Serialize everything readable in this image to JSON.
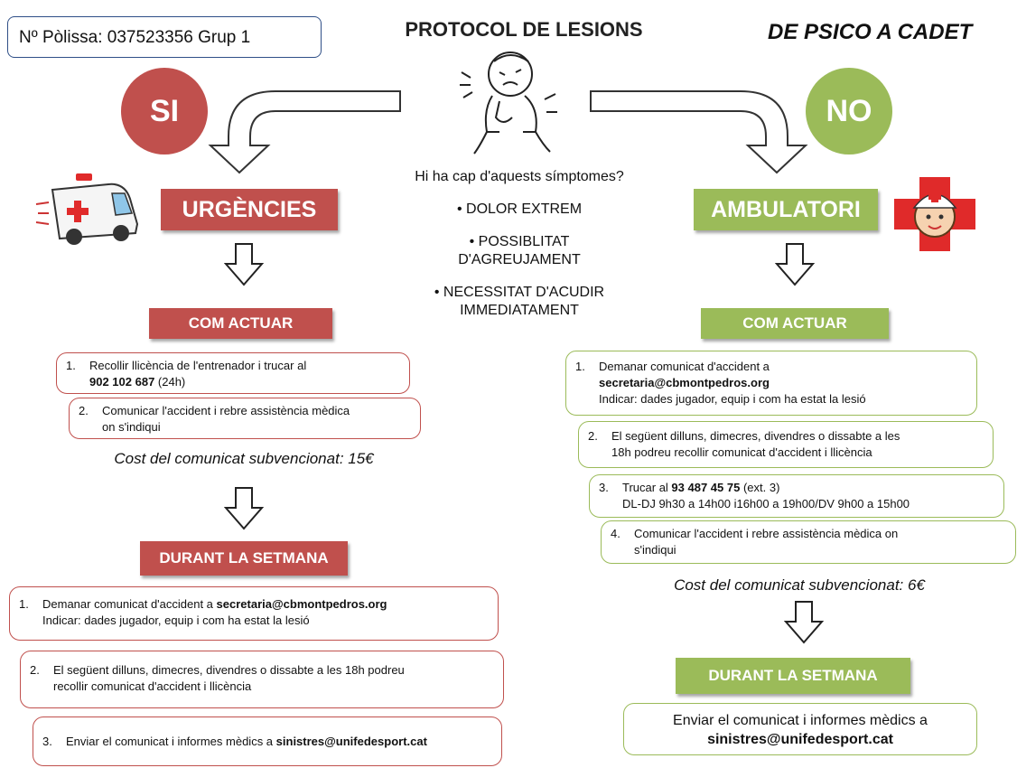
{
  "header": {
    "policy": "Nº Pòlissa: 037523356 Grup 1",
    "title": "PROTOCOL DE LESIONS",
    "subtitle": "DE PSICO A CADET"
  },
  "center": {
    "question": "Hi ha cap d'aquests símptomes?",
    "symptom1": "• DOLOR EXTREM",
    "symptom2a": "• POSSIBLITAT",
    "symptom2b": "D'AGREUJAMENT",
    "symptom3a": "• NECESSITAT D'ACUDIR",
    "symptom3b": "IMMEDIATAMENT"
  },
  "left": {
    "circle": "SI",
    "heading": "URGÈNCIES",
    "how": "COM ACTUAR",
    "step1_num": "1.",
    "step1_text": "Recollir llicència de l'entrenador i trucar al",
    "step1_phone": "902 102 687",
    "step1_suffix": " (24h)",
    "step2_num": "2.",
    "step2_text_a": "Comunicar l'accident i rebre assistència mèdica",
    "step2_text_b": "on s'indiqui",
    "cost": "Cost del comunicat subvencionat: 15€",
    "week": "DURANT LA SETMANA",
    "w1_num": "1.",
    "w1_text": "Demanar comunicat d'accident a ",
    "w1_email": "secretaria@cbmontpedros.org",
    "w1_text_b": "Indicar: dades jugador, equip i com ha estat la lesió",
    "w2_num": "2.",
    "w2_text_a": "El següent dilluns, dimecres, divendres o dissabte a les 18h podreu",
    "w2_text_b": "recollir comunicat d'accident i llicència",
    "w3_num": "3.",
    "w3_text": "Enviar el comunicat i informes mèdics a ",
    "w3_email": "sinistres@unifedesport.cat"
  },
  "right": {
    "circle": "NO",
    "heading": "AMBULATORI",
    "how": "COM ACTUAR",
    "s1_num": "1.",
    "s1_text": "Demanar comunicat d'accident a",
    "s1_email": "secretaria@cbmontpedros.org",
    "s1_text_b": "Indicar: dades jugador, equip i com ha estat la lesió",
    "s2_num": "2.",
    "s2_text_a": "El següent dilluns, dimecres, divendres o dissabte a les",
    "s2_text_b": "18h podreu recollir comunicat d'accident i llicència",
    "s3_num": "3.",
    "s3_text": "Trucar al ",
    "s3_phone": "93 487 45 75",
    "s3_ext": " (ext. 3)",
    "s3_hours": "DL-DJ 9h30 a 14h00 i16h00 a 19h00/DV 9h00 a 15h00",
    "s4_num": "4.",
    "s4_text_a": "Comunicar l'accident i rebre assistència mèdica on",
    "s4_text_b": "s'indiqui",
    "cost": "Cost del comunicat subvencionat: 6€",
    "week": "DURANT LA SETMANA",
    "week_text_a": "Enviar el comunicat i informes mèdics a",
    "week_text_b": "sinistres@unifedesport.cat"
  },
  "colors": {
    "red": "#c0504d",
    "green": "#9bbb59",
    "border_blue": "#2f4f87"
  },
  "icons": [
    "ambulance-icon",
    "injured-child-illustration",
    "nurse-icon",
    "arrow-down-icon",
    "curved-arrow-icon"
  ]
}
